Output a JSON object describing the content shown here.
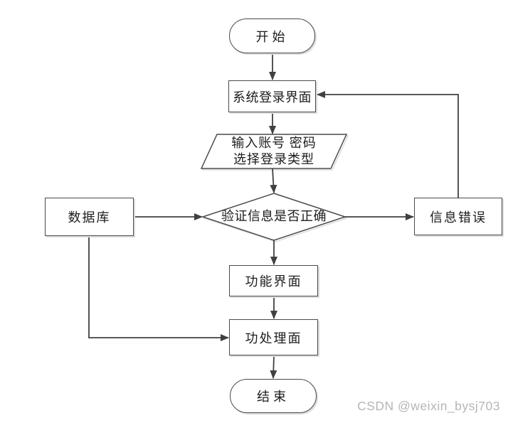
{
  "diagram": {
    "type": "flowchart",
    "nodes": {
      "start": {
        "shape": "stadium",
        "label": "开始"
      },
      "login": {
        "shape": "rectangle",
        "label": "系统登录界面"
      },
      "input": {
        "shape": "parallelogram",
        "label_line1": "输入账号 密码",
        "label_line2": "选择登录类型"
      },
      "verify": {
        "shape": "diamond",
        "label": "验证信息是否正确"
      },
      "database": {
        "shape": "rectangle",
        "label": "数据库"
      },
      "error": {
        "shape": "rectangle",
        "label": "信息错误"
      },
      "function": {
        "shape": "rectangle",
        "label": "功能界面"
      },
      "process": {
        "shape": "rectangle",
        "label": "功处理面"
      },
      "end": {
        "shape": "stadium",
        "label": "结束"
      }
    },
    "edges": [
      {
        "from": "start",
        "to": "login"
      },
      {
        "from": "login",
        "to": "input"
      },
      {
        "from": "input",
        "to": "verify"
      },
      {
        "from": "database",
        "to": "verify"
      },
      {
        "from": "verify",
        "to": "error"
      },
      {
        "from": "verify",
        "to": "function"
      },
      {
        "from": "error",
        "to": "login"
      },
      {
        "from": "function",
        "to": "process"
      },
      {
        "from": "database",
        "to": "process"
      },
      {
        "from": "process",
        "to": "end"
      }
    ],
    "colors": {
      "line": "#404040",
      "border": "#4a4a4a",
      "shape_fill": "#ffffff",
      "shadow": "#dcdcdc",
      "text": "#1c1c1c",
      "watermark": "#b5b5b5"
    }
  },
  "watermark": {
    "text": "CSDN @weixin_bysj703"
  }
}
